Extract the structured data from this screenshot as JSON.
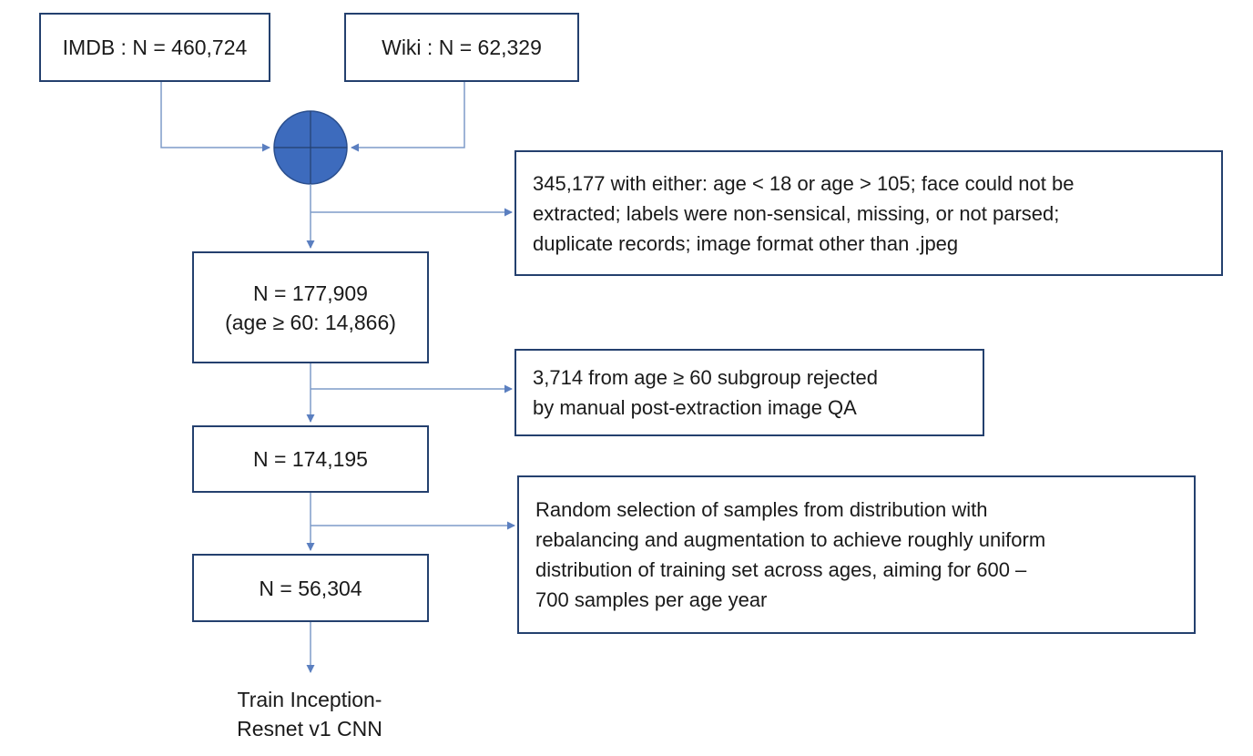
{
  "flowchart": {
    "sources": {
      "imdb": "IMDB :  N = 460,724",
      "wiki": "Wiki :  N = 62,329"
    },
    "stages": {
      "stage1": [
        "N = 177,909",
        "(age ≥ 60: 14,866)"
      ],
      "stage2": "N = 174,195",
      "stage3": "N = 56,304"
    },
    "exclusions": {
      "exclusion1": [
        "345,177 with either: age < 18 or age > 105; face could not be",
        "extracted; labels were non-sensical, missing, or not parsed;",
        "duplicate records; image format other than .jpeg"
      ],
      "exclusion2": [
        "3,714 from age ≥ 60 subgroup rejected",
        "by manual post-extraction image QA"
      ],
      "exclusion3": [
        "Random selection of samples from distribution with",
        "rebalancing and  augmentation to achieve roughly uniform",
        "distribution of training set across ages, aiming for 600 –",
        "700 samples per age year"
      ]
    },
    "outcome": [
      "Train Inception-",
      "Resnet v1 CNN"
    ]
  },
  "colors": {
    "box_border": "#24406e",
    "connector": "#7f9cc9",
    "merge_node": "#3d6bbd"
  }
}
